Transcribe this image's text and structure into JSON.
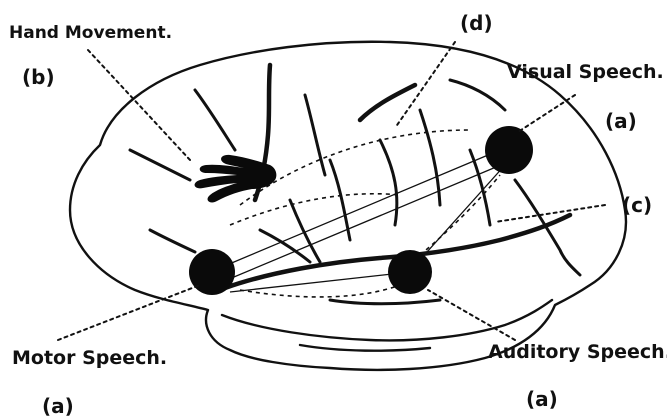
{
  "labels": {
    "hand_movement": "Hand Movement.",
    "b": "(b)",
    "d": "(d)",
    "visual_speech": "Visual Speech.",
    "a_visual": "(a)",
    "c": "(c)",
    "motor_speech": "Motor Speech.",
    "a_motor": "(a)",
    "auditory_speech": "Auditory Speech.",
    "a_auditory": "(a)"
  },
  "colors": {
    "ink": "#111111",
    "paper": "#ffffff"
  },
  "icons": {
    "hand": "hand-icon"
  }
}
